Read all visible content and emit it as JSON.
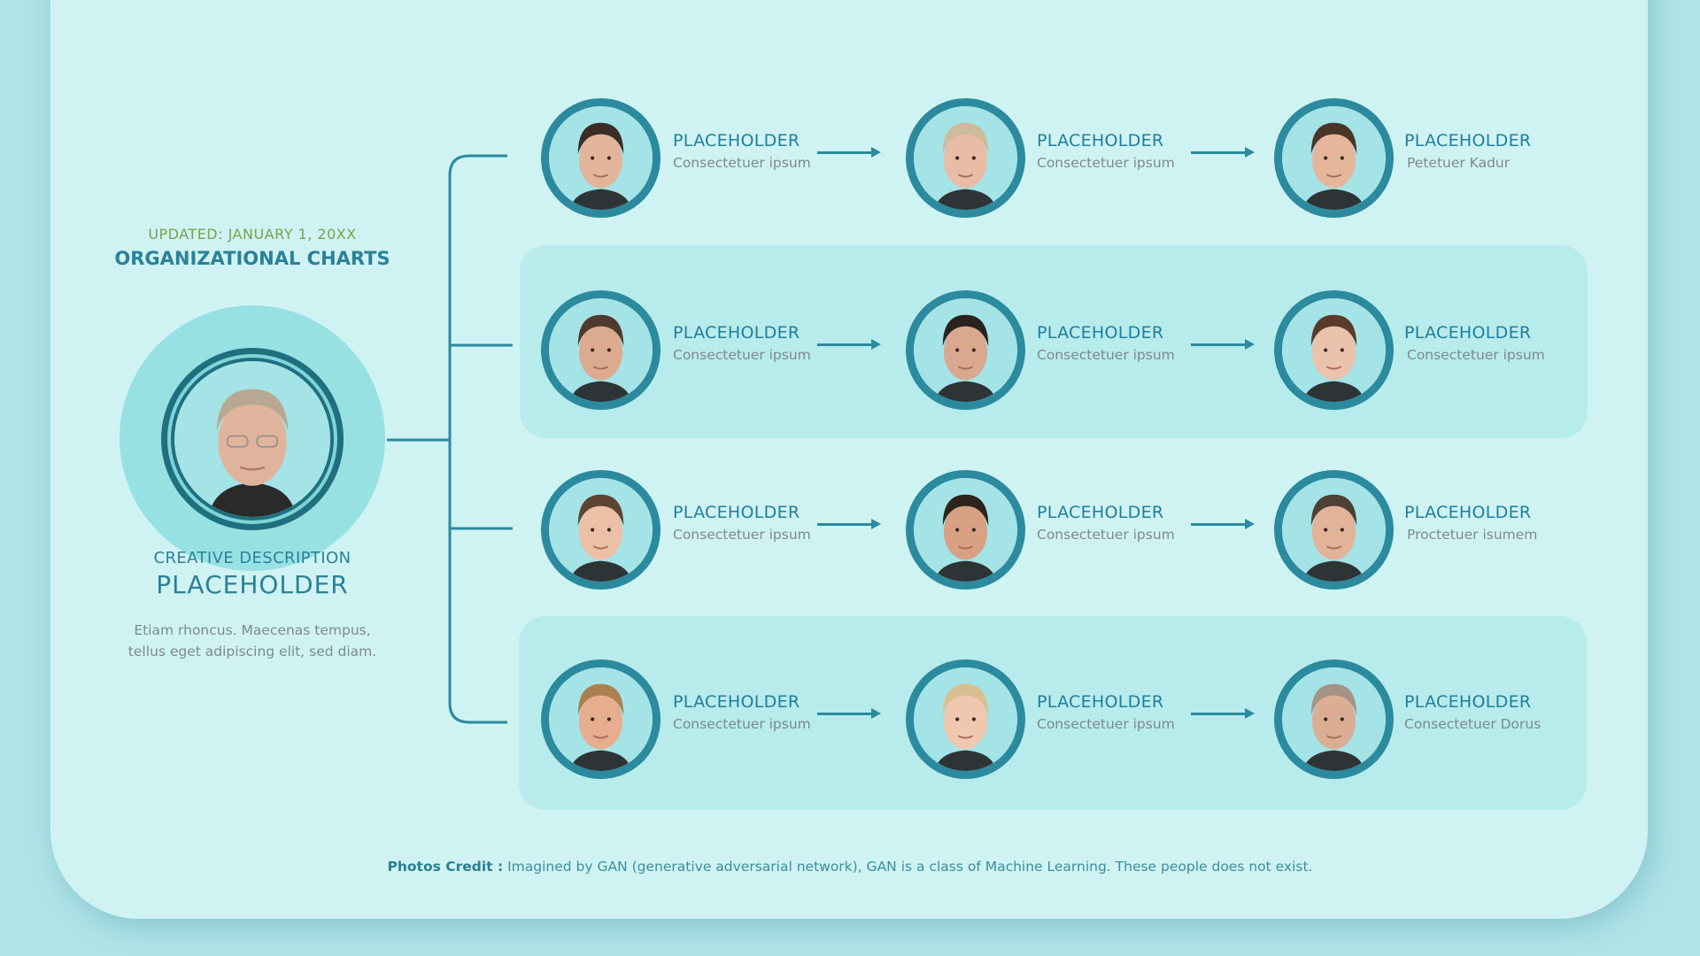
{
  "header": {
    "updated": "UPDATED: JANUARY 1, 20XX",
    "title": "ORGANIZATIONAL CHARTS"
  },
  "boss": {
    "description": "CREATIVE DESCRIPTION",
    "name": "PLACEHOLDER",
    "text_line1": "Etiam rhoncus. Maecenas tempus,",
    "text_line2": "tellus eget adipiscing elit, sed diam."
  },
  "colors": {
    "background": "#aee4e8",
    "card": "#cff3f3",
    "band": "#b8ebec",
    "accent": "#2b8a9e",
    "title": "#1f7f9c",
    "updated": "#79a24a",
    "subtitle": "#7d8a8c"
  },
  "rows": [
    {
      "highlighted": false,
      "nodes": [
        {
          "title": "PLACEHOLDER",
          "subtitle": "Consectetuer ipsum",
          "skin": "#e2b59a",
          "hair": "#3a2d26"
        },
        {
          "title": "PLACEHOLDER",
          "subtitle": "Consectetuer ipsum",
          "skin": "#e8bca5",
          "hair": "#cdbb9c"
        },
        {
          "title": "PLACEHOLDER",
          "subtitle": "Petetuer Kadur",
          "skin": "#e6b69c",
          "hair": "#4a3628"
        }
      ]
    },
    {
      "highlighted": true,
      "nodes": [
        {
          "title": "PLACEHOLDER",
          "subtitle": "Consectetuer ipsum",
          "skin": "#dcaa8e",
          "hair": "#4f3a2e"
        },
        {
          "title": "PLACEHOLDER",
          "subtitle": "Consectetuer ipsum",
          "skin": "#d9a88e",
          "hair": "#2a221e"
        },
        {
          "title": "PLACEHOLDER",
          "subtitle": "Consectetuer ipsum",
          "skin": "#ebc2ab",
          "hair": "#5a3a2a"
        }
      ]
    },
    {
      "highlighted": false,
      "nodes": [
        {
          "title": "PLACEHOLDER",
          "subtitle": "Consectetuer ipsum",
          "skin": "#ecc0a6",
          "hair": "#5e4430"
        },
        {
          "title": "PLACEHOLDER",
          "subtitle": "Consectetuer ipsum",
          "skin": "#d8a184",
          "hair": "#2e231d"
        },
        {
          "title": "PLACEHOLDER",
          "subtitle": "Proctetuer isumem",
          "skin": "#e2b299",
          "hair": "#4e4034"
        }
      ]
    },
    {
      "highlighted": true,
      "nodes": [
        {
          "title": "PLACEHOLDER",
          "subtitle": "Consectetuer ipsum",
          "skin": "#e6ae8f",
          "hair": "#a9804e"
        },
        {
          "title": "PLACEHOLDER",
          "subtitle": "Consectetuer ipsum",
          "skin": "#f0c8b0",
          "hair": "#d8bf92"
        },
        {
          "title": "PLACEHOLDER",
          "subtitle": "Consectetuer Dorus",
          "skin": "#dcad95",
          "hair": "#a59384"
        }
      ]
    }
  ],
  "footer": {
    "label": "Photos Credit :",
    "text": " Imagined by GAN (generative adversarial network), GAN is a class of Machine Learning. These people does not exist."
  }
}
